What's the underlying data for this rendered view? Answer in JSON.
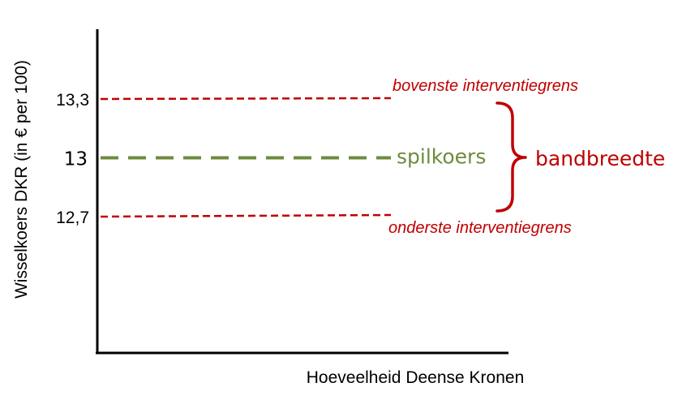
{
  "axes": {
    "y_title": "Wisselkoers DKR (in € per 100)",
    "x_title": "Hoeveelheid Deense Kronen"
  },
  "rates": {
    "upper": {
      "value": 13.3,
      "tick": "13,3",
      "label": "bovenste interventiegrens"
    },
    "central": {
      "value": 13,
      "tick": "13",
      "label": "spilkoers"
    },
    "lower": {
      "value": 12.7,
      "tick": "12,7",
      "label": "onderste interventiegrens"
    }
  },
  "band": {
    "label": "bandbreedte"
  },
  "colors": {
    "limit": "#c00000",
    "central": "#6e8b3d",
    "axis": "#000000"
  }
}
